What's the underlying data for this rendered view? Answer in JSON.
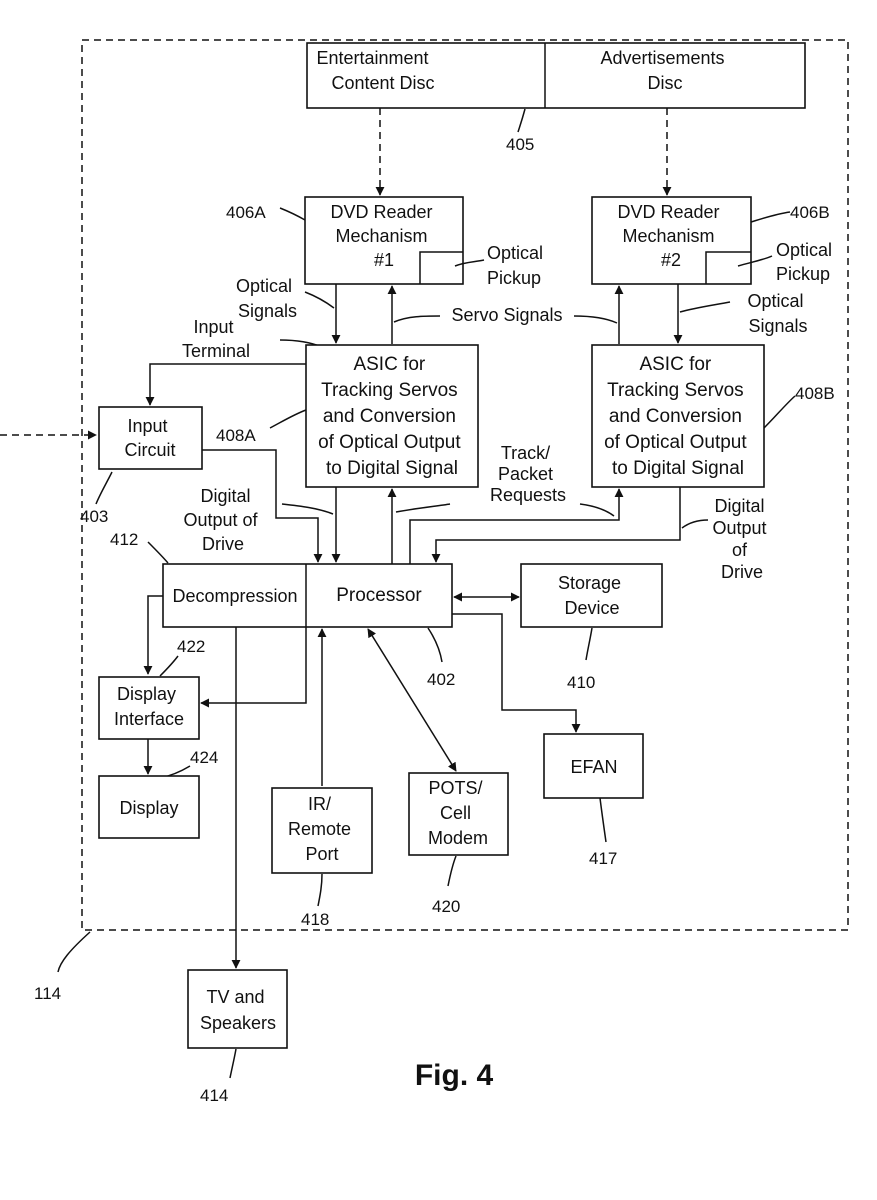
{
  "figure_caption": "Fig. 4",
  "system_ref": "114",
  "colors": {
    "ink": "#111111",
    "background": "#ffffff"
  },
  "discs": {
    "entertainment": [
      "Entertainment",
      "Content Disc"
    ],
    "advertisements": [
      "Advertisements",
      "Disc"
    ],
    "ref": "405"
  },
  "reader1": {
    "lines": [
      "DVD Reader",
      "Mechanism",
      "#1"
    ],
    "ref": "406A",
    "pickup": [
      "Optical",
      "Pickup"
    ]
  },
  "reader2": {
    "lines": [
      "DVD Reader",
      "Mechanism",
      "#2"
    ],
    "ref": "406B",
    "pickup": [
      "Optical",
      "Pickup"
    ]
  },
  "asic1": {
    "lines": [
      "ASIC for",
      "Tracking Servos",
      "and Conversion",
      "of Optical Output",
      "to Digital Signal"
    ],
    "ref": "408A"
  },
  "asic2": {
    "lines": [
      "ASIC for",
      "Tracking Servos",
      "and Conversion",
      "of Optical Output",
      "to Digital Signal"
    ],
    "ref": "408B"
  },
  "input_circuit": {
    "lines": [
      "Input",
      "Circuit"
    ],
    "ref": "403"
  },
  "decompression": {
    "label": "Decompression",
    "ref": "412"
  },
  "processor": {
    "label": "Processor",
    "ref": "402"
  },
  "storage": {
    "lines": [
      "Storage",
      "Device"
    ],
    "ref": "410"
  },
  "display_interface": {
    "lines": [
      "Display",
      "Interface"
    ],
    "ref": "422"
  },
  "display": {
    "label": "Display",
    "ref": "424"
  },
  "ir_port": {
    "lines": [
      "IR/",
      "Remote",
      "Port"
    ],
    "ref": "418"
  },
  "modem": {
    "lines": [
      "POTS/",
      "Cell",
      "Modem"
    ],
    "ref": "420"
  },
  "efan": {
    "label": "EFAN",
    "ref": "417"
  },
  "tv": {
    "lines": [
      "TV and",
      "Speakers"
    ],
    "ref": "414"
  },
  "signal_labels": {
    "optical_signals_left": [
      "Optical",
      "Signals"
    ],
    "optical_signals_right": [
      "Optical",
      "Signals"
    ],
    "servo_signals": "Servo Signals",
    "input_terminal": [
      "Input",
      "Terminal"
    ],
    "track_packet": [
      "Track/",
      "Packet",
      "Requests"
    ],
    "digital_output_left": [
      "Digital",
      "Output of",
      "Drive"
    ],
    "digital_output_right": [
      "Digital",
      "Output",
      "of",
      "Drive"
    ]
  }
}
